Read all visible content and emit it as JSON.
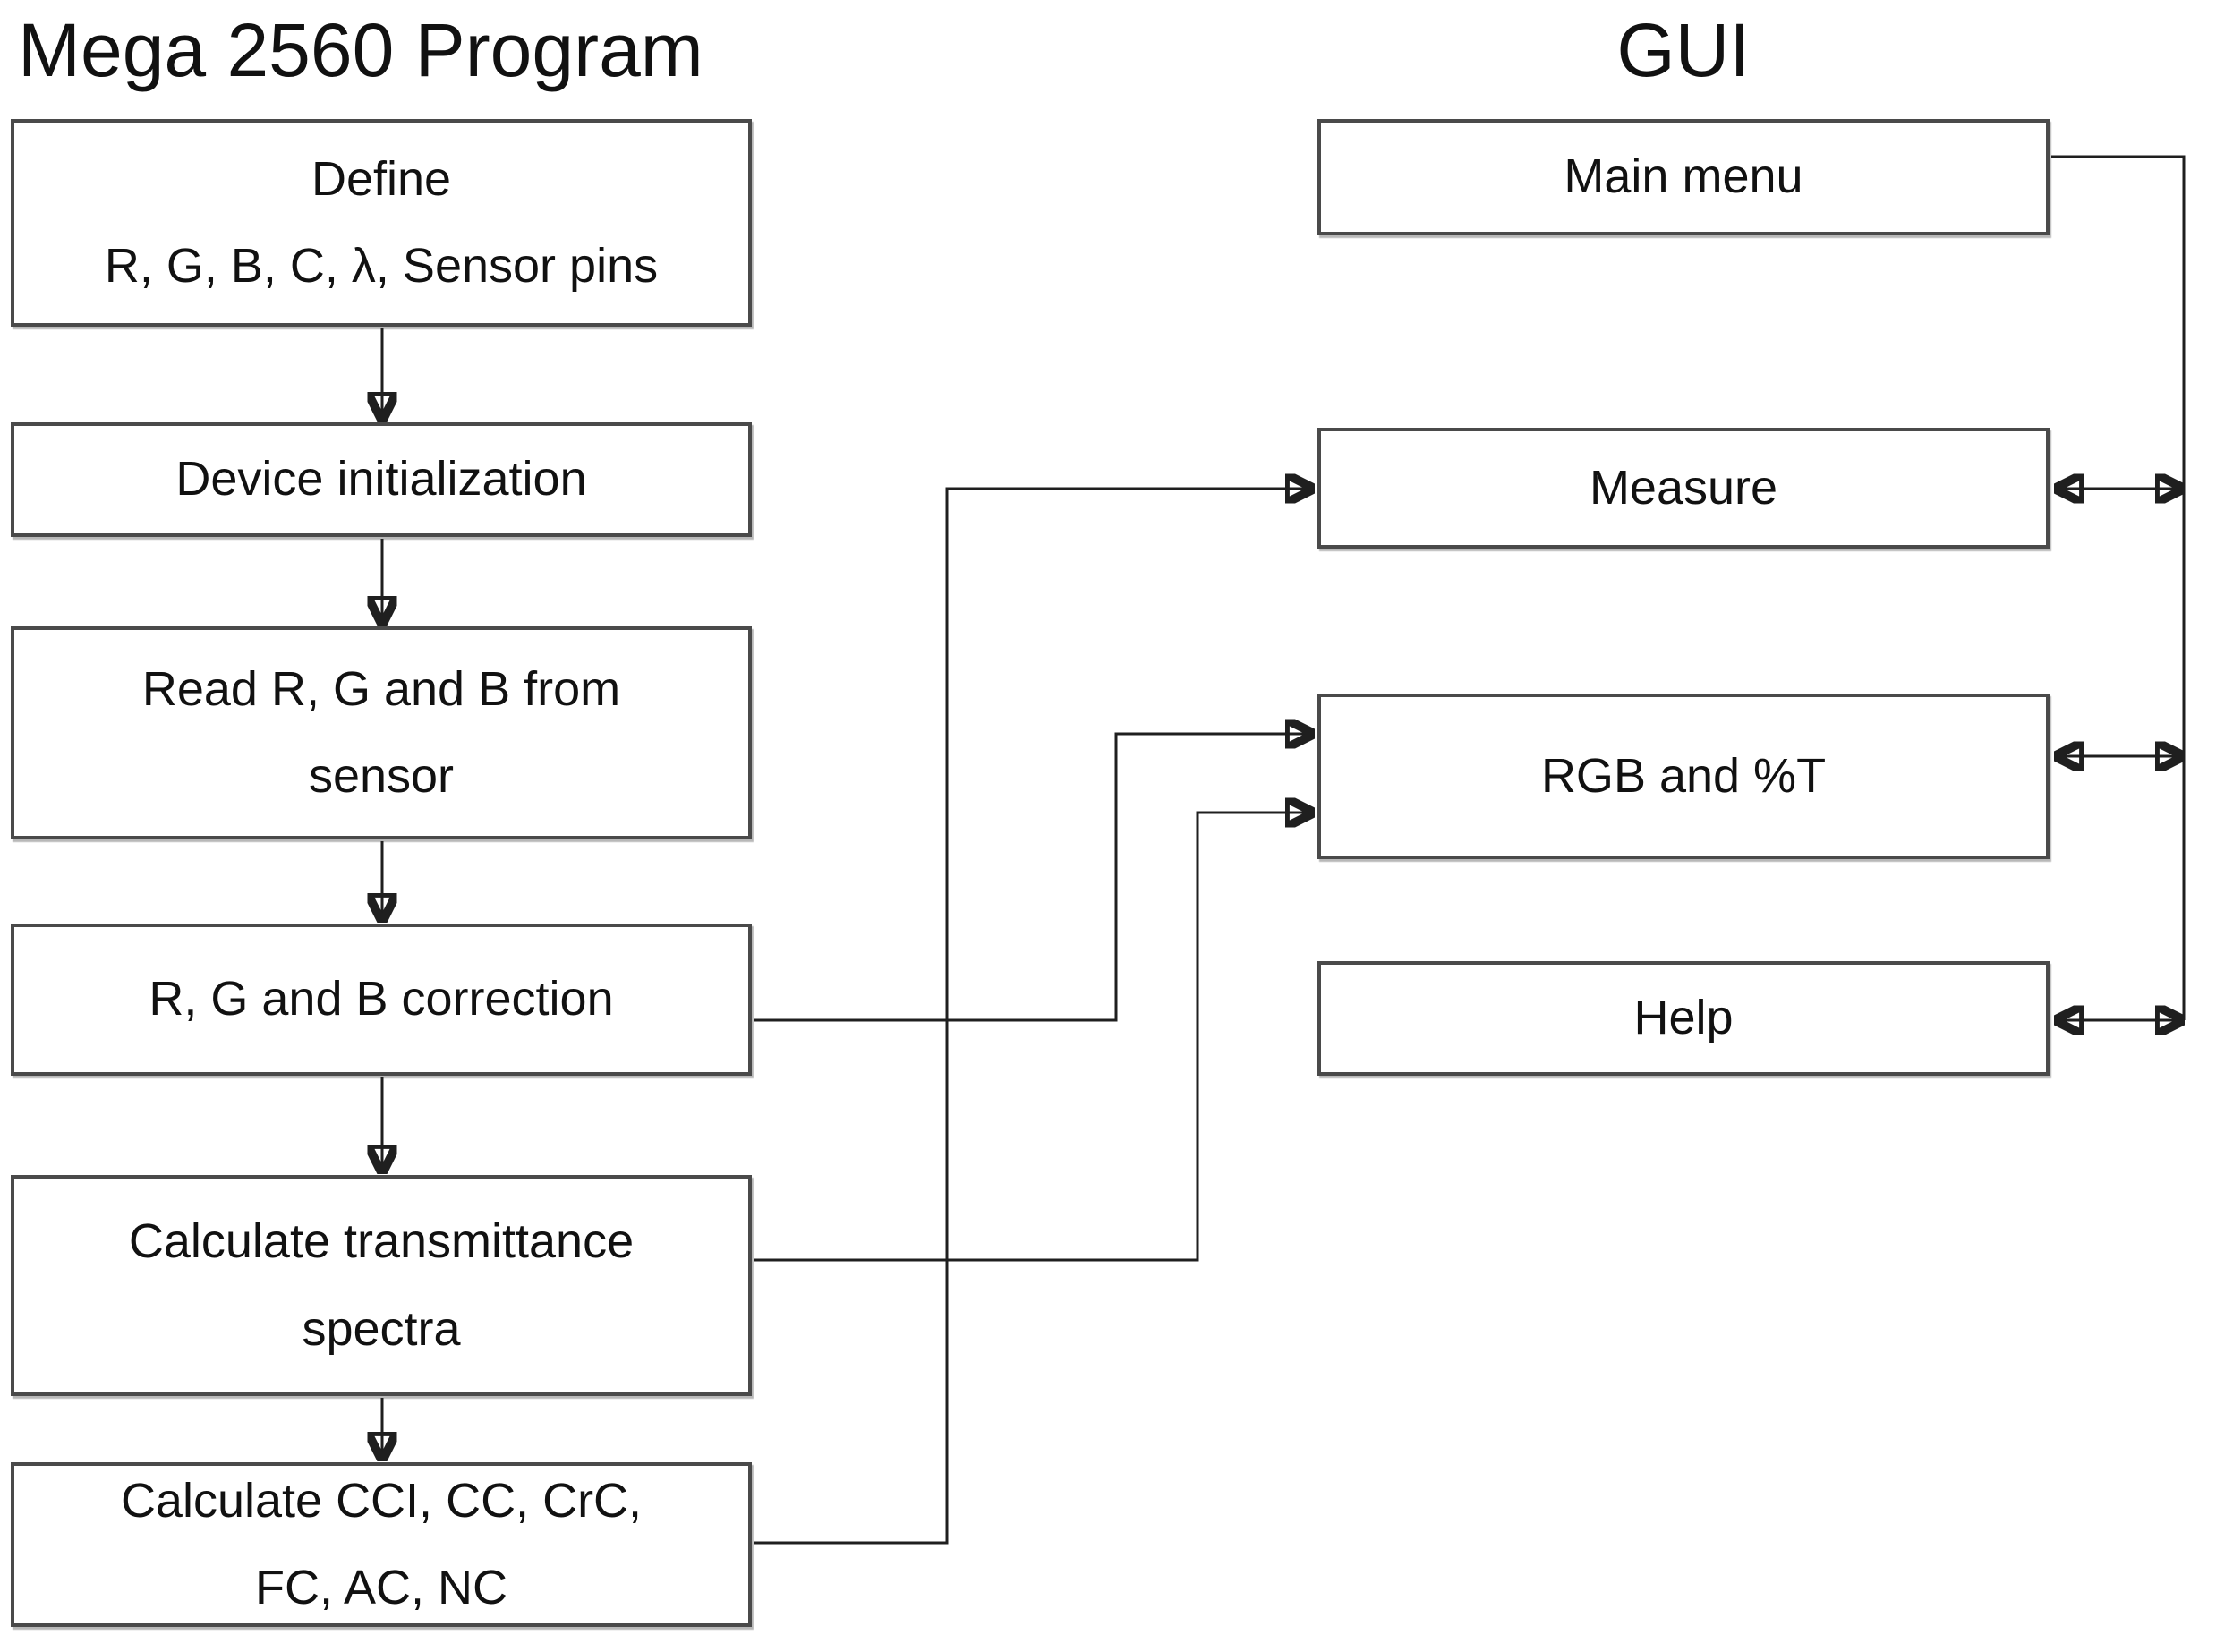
{
  "titles": {
    "left": "Mega 2560 Program",
    "right": "GUI"
  },
  "program": {
    "steps": [
      {
        "id": "define",
        "label": "Define\nR, G, B, C, λ, Sensor pins"
      },
      {
        "id": "device-init",
        "label": "Device initialization"
      },
      {
        "id": "read-rgb",
        "label": "Read R, G and B from\nsensor"
      },
      {
        "id": "rgb-correction",
        "label": "R, G and B correction"
      },
      {
        "id": "calc-transmittance",
        "label": "Calculate transmittance\nspectra"
      },
      {
        "id": "calc-indices",
        "label": "Calculate CCI, CC, CrC,\nFC, AC, NC"
      }
    ]
  },
  "gui": {
    "screens": [
      {
        "id": "main-menu",
        "label": "Main menu"
      },
      {
        "id": "measure",
        "label": "Measure"
      },
      {
        "id": "rgb-t",
        "label": "RGB and %T"
      },
      {
        "id": "help",
        "label": "Help"
      }
    ]
  },
  "connections": [
    {
      "from": "define",
      "to": "device-init",
      "type": "arrow"
    },
    {
      "from": "device-init",
      "to": "read-rgb",
      "type": "arrow"
    },
    {
      "from": "read-rgb",
      "to": "rgb-correction",
      "type": "arrow"
    },
    {
      "from": "rgb-correction",
      "to": "calc-transmittance",
      "type": "arrow"
    },
    {
      "from": "calc-transmittance",
      "to": "calc-indices",
      "type": "arrow"
    },
    {
      "from": "calc-indices",
      "to": "measure",
      "type": "arrow"
    },
    {
      "from": "rgb-correction",
      "to": "rgb-t",
      "type": "arrow"
    },
    {
      "from": "calc-transmittance",
      "to": "rgb-t",
      "type": "arrow"
    },
    {
      "from": "main-menu",
      "to": "gui-bus",
      "type": "line"
    },
    {
      "from": "measure",
      "to": "gui-bus",
      "type": "double-arrow"
    },
    {
      "from": "rgb-t",
      "to": "gui-bus",
      "type": "double-arrow"
    },
    {
      "from": "help",
      "to": "gui-bus",
      "type": "double-arrow"
    }
  ],
  "colors": {
    "background": "#ffffff",
    "box_border": "#4a4a4a",
    "connector": "#1f1f1f",
    "text": "#111111"
  }
}
